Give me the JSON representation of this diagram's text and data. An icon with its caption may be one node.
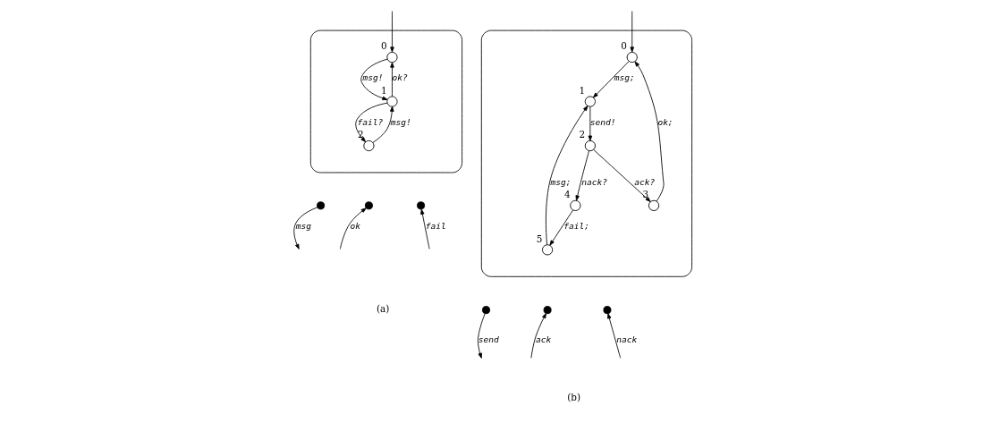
{
  "diagram": {
    "nodes": [
      {
        "text": [],
        "shape": "box"
      },
      {
        "text": [],
        "shape": "circle",
        "in": 0,
        "beside": [
          "0"
        ]
      },
      {
        "text": [],
        "shape": "circle",
        "in": 0,
        "beside": [
          "1"
        ]
      },
      {
        "text": [],
        "shape": "circle",
        "in": 0,
        "beside": [
          "2"
        ]
      },
      {
        "text": [],
        "shape": "dot"
      },
      {
        "text": [],
        "shape": "dot"
      },
      {
        "text": [],
        "shape": "dot"
      },
      {
        "text": [],
        "shape": "box"
      },
      {
        "text": [],
        "shape": "circle",
        "in": 7,
        "beside": [
          "0"
        ]
      },
      {
        "text": [],
        "shape": "circle",
        "in": 7,
        "beside": [
          "1"
        ]
      },
      {
        "text": [],
        "shape": "circle",
        "in": 7,
        "beside": [
          "2"
        ]
      },
      {
        "text": [],
        "shape": "circle",
        "in": 7,
        "beside": [
          "3"
        ]
      },
      {
        "text": [],
        "shape": "circle",
        "in": 7,
        "beside": [
          "4"
        ]
      },
      {
        "text": [],
        "shape": "circle",
        "in": 7,
        "beside": [
          "5"
        ]
      },
      {
        "text": [],
        "shape": "dot"
      },
      {
        "text": [],
        "shape": "dot"
      },
      {
        "text": [],
        "shape": "dot"
      }
    ],
    "edges": [
      {
        "from": null,
        "to": 1,
        "arrow": "to"
      },
      {
        "from": 1,
        "to": 2,
        "arrow": "to",
        "label": "msg!"
      },
      {
        "from": 2,
        "to": 1,
        "arrow": "to",
        "label": "ok?"
      },
      {
        "from": 2,
        "to": 3,
        "arrow": "to",
        "label": "fail?"
      },
      {
        "from": 3,
        "to": 2,
        "arrow": "to",
        "label": "msg!"
      },
      {
        "from": 4,
        "to": null,
        "arrow": "to",
        "label": "msg"
      },
      {
        "from": null,
        "to": 5,
        "arrow": "to",
        "label": "ok"
      },
      {
        "from": null,
        "to": 6,
        "arrow": "to",
        "label": "fail"
      },
      {
        "from": null,
        "to": 8,
        "arrow": "to"
      },
      {
        "from": 8,
        "to": 9,
        "arrow": "to",
        "label": "msg;"
      },
      {
        "from": 9,
        "to": 10,
        "arrow": "to",
        "label": "send!"
      },
      {
        "from": 10,
        "to": 11,
        "arrow": "to",
        "label": "ack?"
      },
      {
        "from": 11,
        "to": 8,
        "arrow": "to",
        "label": "ok;"
      },
      {
        "from": 10,
        "to": 12,
        "arrow": "to",
        "label": "nack?"
      },
      {
        "from": 12,
        "to": 13,
        "arrow": "to",
        "label": "fail;"
      },
      {
        "from": 13,
        "to": 9,
        "arrow": "to",
        "label": "msg;"
      },
      {
        "from": 14,
        "to": null,
        "arrow": "to",
        "label": "send"
      },
      {
        "from": null,
        "to": 15,
        "arrow": "to",
        "label": "ack"
      },
      {
        "from": null,
        "to": 16,
        "arrow": "to",
        "label": "nack"
      }
    ],
    "labels": [
      "(a)",
      "(b)"
    ]
  }
}
